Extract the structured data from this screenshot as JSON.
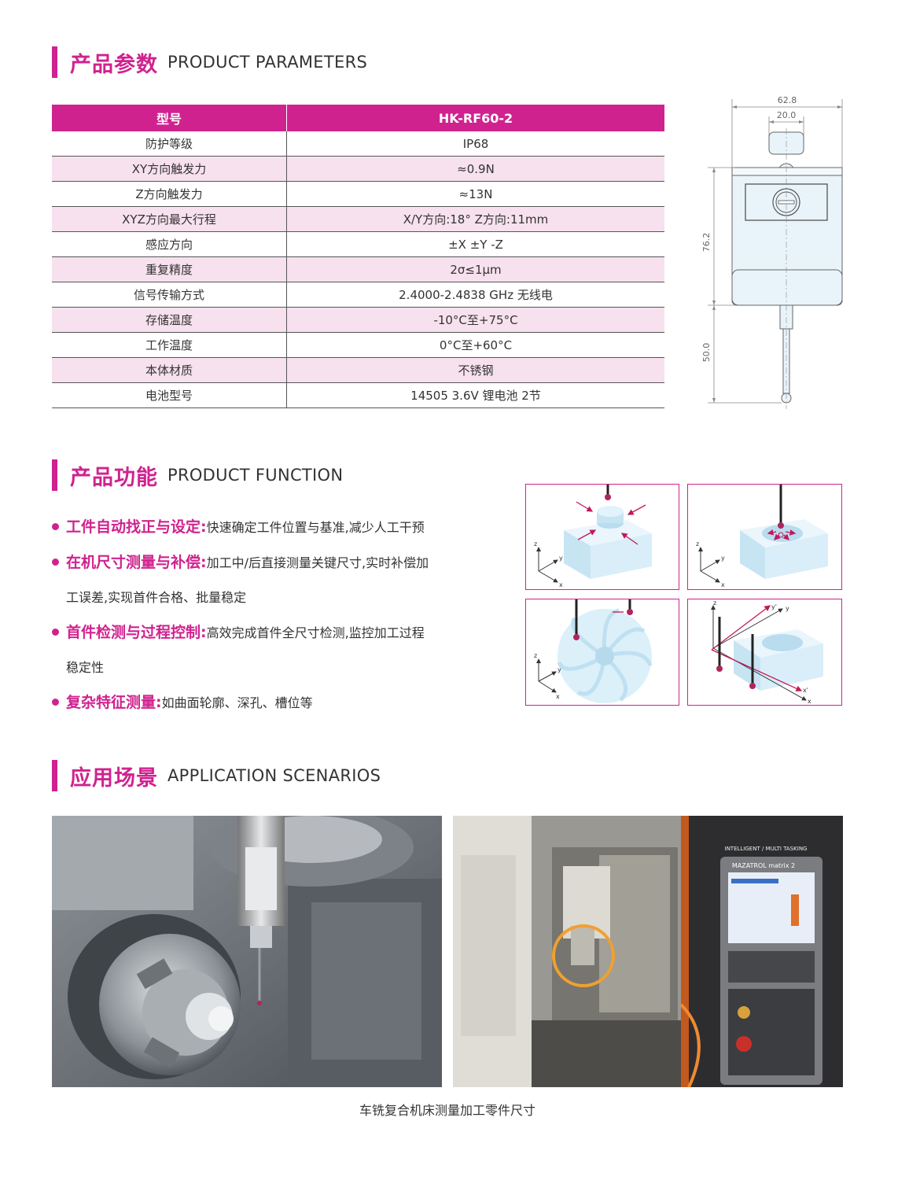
{
  "parameters_section": {
    "title_zh": "产品参数",
    "title_en": "PRODUCT PARAMETERS",
    "table": {
      "header": [
        "型号",
        "HK-RF60-2"
      ],
      "rows": [
        [
          "防护等级",
          "IP68"
        ],
        [
          "XY方向触发力",
          "≈0.9N"
        ],
        [
          "Z方向触发力",
          "≈13N"
        ],
        [
          "XYZ方向最大行程",
          "X/Y方向:18°  Z方向:11mm"
        ],
        [
          "感应方向",
          "±X ±Y -Z"
        ],
        [
          "重复精度",
          "2σ≤1μm"
        ],
        [
          "信号传输方式",
          "2.4000-2.4838 GHz 无线电"
        ],
        [
          "存储温度",
          "-10°C至+75°C"
        ],
        [
          "工作温度",
          "0°C至+60°C"
        ],
        [
          "本体材质",
          "不锈钢"
        ],
        [
          "电池型号",
          "14505 3.6V 锂电池 2节"
        ]
      ]
    },
    "dimensions": {
      "width_total": "62.8",
      "width_top": "20.0",
      "height_body": "76.2",
      "height_stylus": "50.0"
    }
  },
  "function_section": {
    "title_zh": "产品功能",
    "title_en": "PRODUCT FUNCTION",
    "items": [
      {
        "highlight": "工件自动找正与设定:",
        "text": "快速确定工件位置与基准,减少人工干预",
        "text2": ""
      },
      {
        "highlight": "在机尺寸测量与补偿:",
        "text": "加工中/后直接测量关键尺寸,实时补偿加",
        "text2": "工误差,实现首件合格、批量稳定"
      },
      {
        "highlight": "首件检测与过程控制:",
        "text": "高效完成首件全尺寸检测,监控加工过程",
        "text2": "稳定性"
      },
      {
        "highlight": "复杂特征测量:",
        "text": "如曲面轮廓、深孔、槽位等",
        "text2": ""
      }
    ],
    "axis_labels": {
      "x": "x",
      "y": "y",
      "z": "z",
      "x_prime": "x'",
      "y_prime": "y'"
    }
  },
  "application_section": {
    "title_zh": "应用场景",
    "title_en": "APPLICATION SCENARIOS",
    "caption": "车铣复合机床测量加工零件尺寸",
    "machine_brand_top": "INTELLIGENT / MULTI TASKING",
    "machine_brand": "MAZATROL matrix 2"
  },
  "colors": {
    "accent": "#d0228f",
    "row_alt": "#f7e1ee",
    "part_blue": "#d5ebf7",
    "highlight_orange": "#f0a030"
  }
}
